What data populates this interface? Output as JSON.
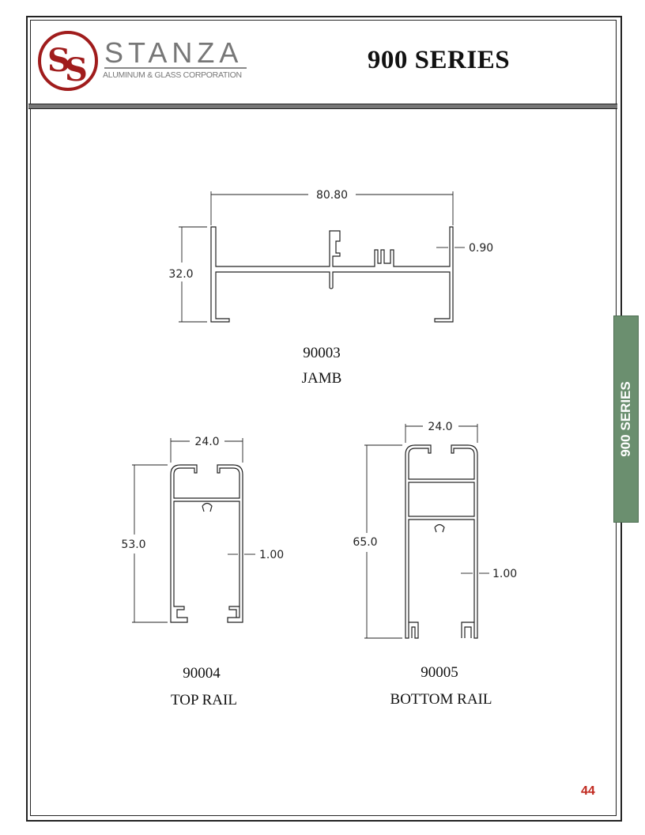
{
  "header": {
    "brand_name": "STANZA",
    "brand_subtitle": "ALUMINUM & GLASS CORPORATION",
    "logo_letters": "SS",
    "title": "900 SERIES"
  },
  "side_tab": {
    "label": "900 SERIES",
    "color": "#6b8f6f"
  },
  "profiles": [
    {
      "code": "90003",
      "name": "JAMB",
      "width_dim": "80.80",
      "height_dim": "32.0",
      "thickness_dim": "0.90"
    },
    {
      "code": "90004",
      "name": "TOP RAIL",
      "width_dim": "24.0",
      "height_dim": "53.0",
      "thickness_dim": "1.00"
    },
    {
      "code": "90005",
      "name": "BOTTOM RAIL",
      "width_dim": "24.0",
      "height_dim": "65.0",
      "thickness_dim": "1.00"
    }
  ],
  "page_number": "44",
  "colors": {
    "logo_red": "#a01c1c",
    "page_number": "#c0281e"
  }
}
